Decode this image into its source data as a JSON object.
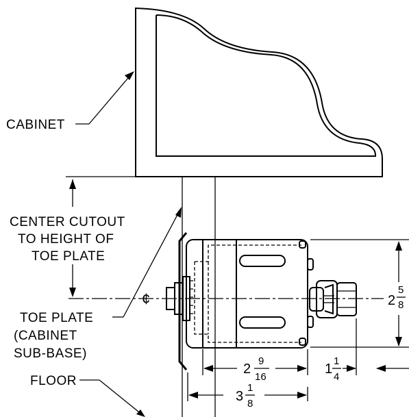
{
  "labels": {
    "cabinet": "CABINET",
    "center_cutout": [
      "CENTER CUTOUT",
      "TO HEIGHT OF",
      "TOE PLATE"
    ],
    "toe_plate": [
      "TOE PLATE",
      "(CABINET",
      "SUB-BASE)"
    ],
    "floor": "FLOOR",
    "centerline_symbol": "¢"
  },
  "dimensions": {
    "height": {
      "whole": "2",
      "num": "5",
      "den": "8"
    },
    "body_depth": {
      "whole": "2",
      "num": "9",
      "den": "16"
    },
    "fitting": {
      "whole": "1",
      "num": "1",
      "den": "4"
    },
    "overall": {
      "whole": "3",
      "num": "1",
      "den": "8"
    }
  },
  "colors": {
    "ink": "#000000",
    "paper": "#ffffff"
  }
}
